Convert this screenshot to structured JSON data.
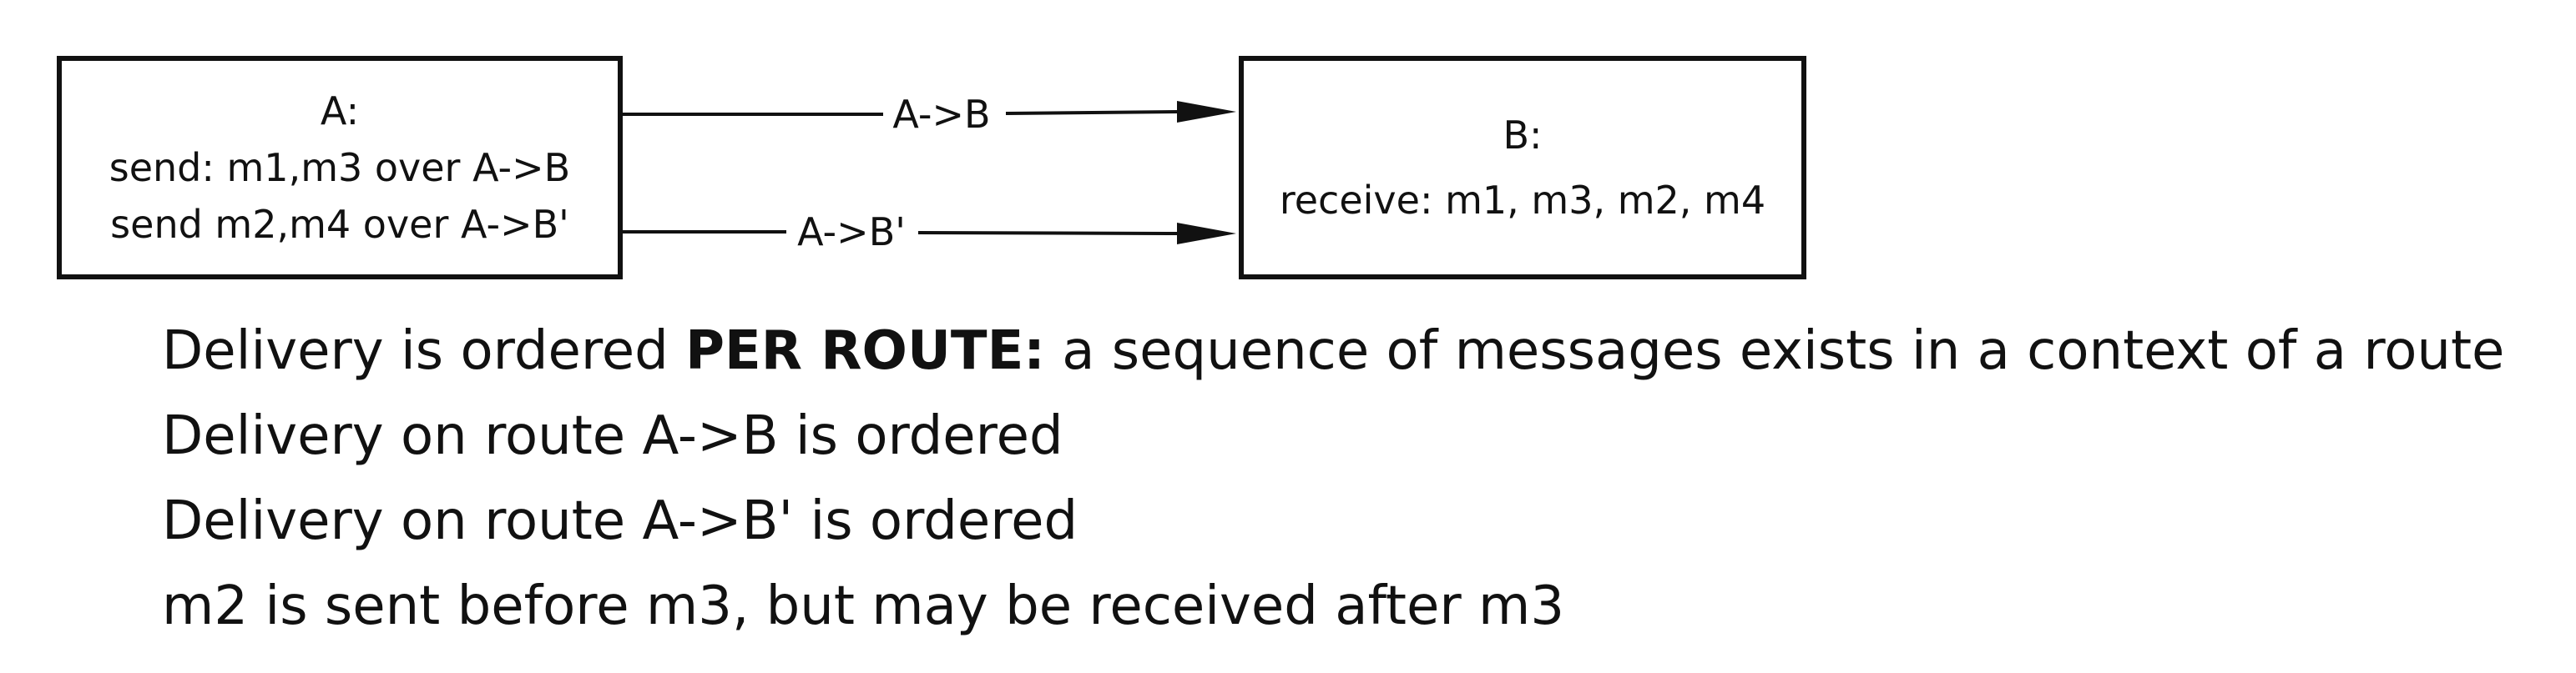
{
  "node_a": {
    "title": "A:",
    "line1": "send: m1,m3 over A->B",
    "line2": "send m2,m4 over A->B'"
  },
  "node_b": {
    "title": "B:",
    "line1": "receive: m1, m3, m2, m4"
  },
  "routes": {
    "route1_label": "A->B",
    "route2_label": "A->B'"
  },
  "notes": {
    "line1_prefix": "Delivery is ordered ",
    "line1_bold": "PER ROUTE:",
    "line1_suffix": " a sequence of messages exists in a context of a route",
    "line2": "Delivery on route A->B is ordered",
    "line3": "Delivery on route A->B' is ordered",
    "line4": "m2 is sent before m3, but may be received after m3"
  }
}
